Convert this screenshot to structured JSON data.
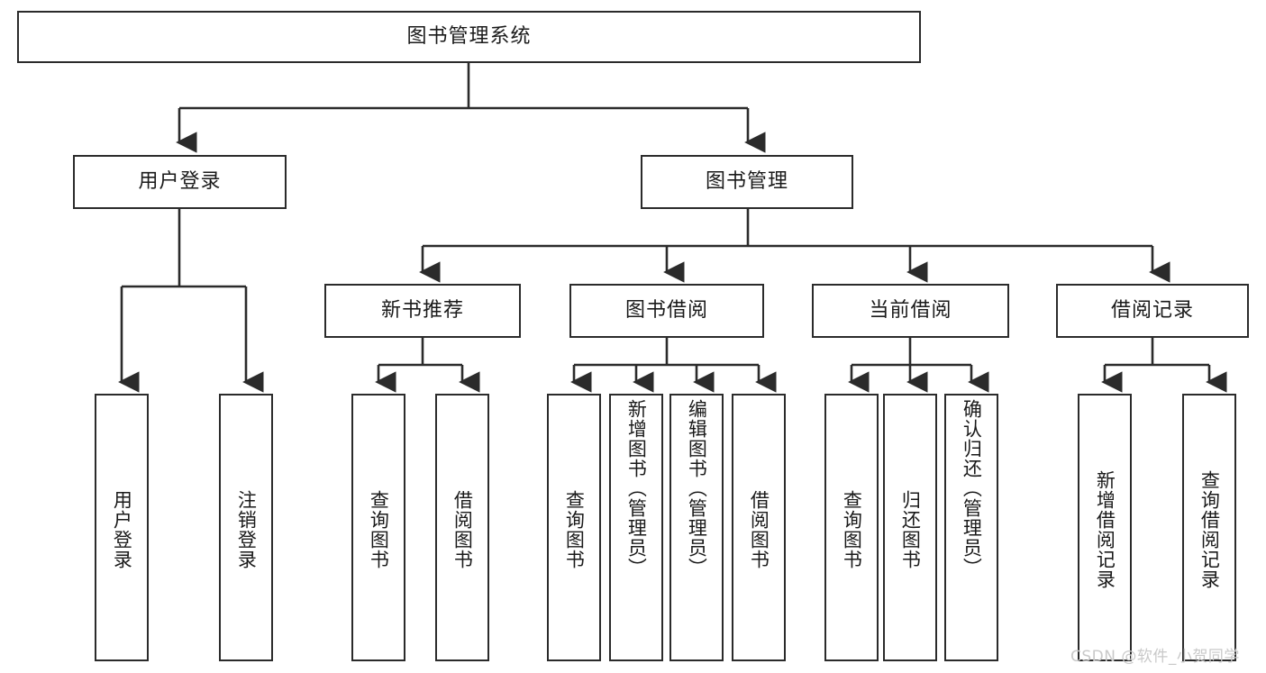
{
  "diagram": {
    "title": "图书管理系统",
    "type": "tree-hierarchy-diagram",
    "root": {
      "label": "图书管理系统"
    },
    "level2": [
      {
        "label": "用户登录"
      },
      {
        "label": "图书管理"
      }
    ],
    "level3": [
      {
        "label": "新书推荐"
      },
      {
        "label": "图书借阅"
      },
      {
        "label": "当前借阅"
      },
      {
        "label": "借阅记录"
      }
    ],
    "leaves": {
      "user_login": [
        {
          "label": "用户登录"
        },
        {
          "label": "注销登录"
        }
      ],
      "new_book_recommend": [
        {
          "label": "查询图书"
        },
        {
          "label": "借阅图书"
        }
      ],
      "book_borrow": [
        {
          "label": "查询图书"
        },
        {
          "label": "新增图书（管理员）"
        },
        {
          "label": "编辑图书（管理员）"
        },
        {
          "label": "借阅图书"
        }
      ],
      "current_borrow": [
        {
          "label": "查询图书"
        },
        {
          "label": "归还图书"
        },
        {
          "label": "确认归还（管理员）"
        }
      ],
      "borrow_record": [
        {
          "label": "新增借阅记录"
        },
        {
          "label": "查询借阅记录"
        }
      ]
    }
  },
  "watermark": {
    "text": "CSDN @软件_小贺同学"
  },
  "colors": {
    "stroke": "#2b2b2b",
    "background": "#ffffff",
    "text": "#1a1a1a",
    "watermark": "#c9c9c9"
  }
}
